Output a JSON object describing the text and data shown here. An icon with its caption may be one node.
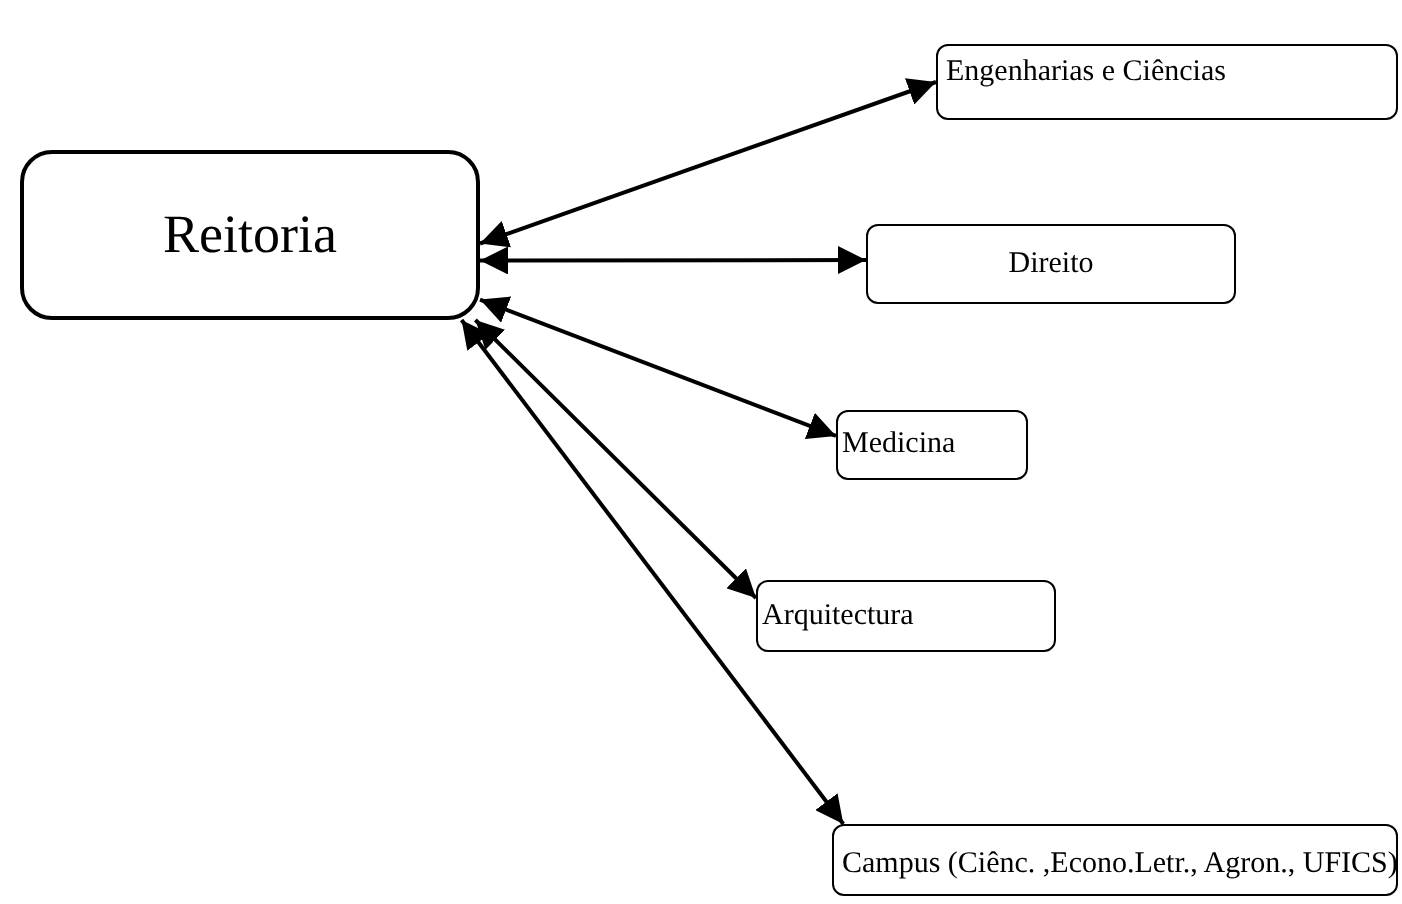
{
  "diagram": {
    "nodes": [
      {
        "text": [
          "Reitoria"
        ]
      },
      {
        "text": [
          "Engenharias e Ciências"
        ]
      },
      {
        "text": [
          "Direito"
        ]
      },
      {
        "text": [
          "Medicina"
        ]
      },
      {
        "text": [
          "Arquitectura"
        ]
      },
      {
        "text": [
          "Campus (Ciênc. ,Econo.Letr., Agron., UFICS)"
        ]
      }
    ],
    "edges": [
      {
        "from": 0,
        "to": 1,
        "arrow": "both"
      },
      {
        "from": 0,
        "to": 2,
        "arrow": "both"
      },
      {
        "from": 0,
        "to": 3,
        "arrow": "both"
      },
      {
        "from": 0,
        "to": 4,
        "arrow": "both"
      },
      {
        "from": 0,
        "to": 5,
        "arrow": "both"
      }
    ]
  }
}
